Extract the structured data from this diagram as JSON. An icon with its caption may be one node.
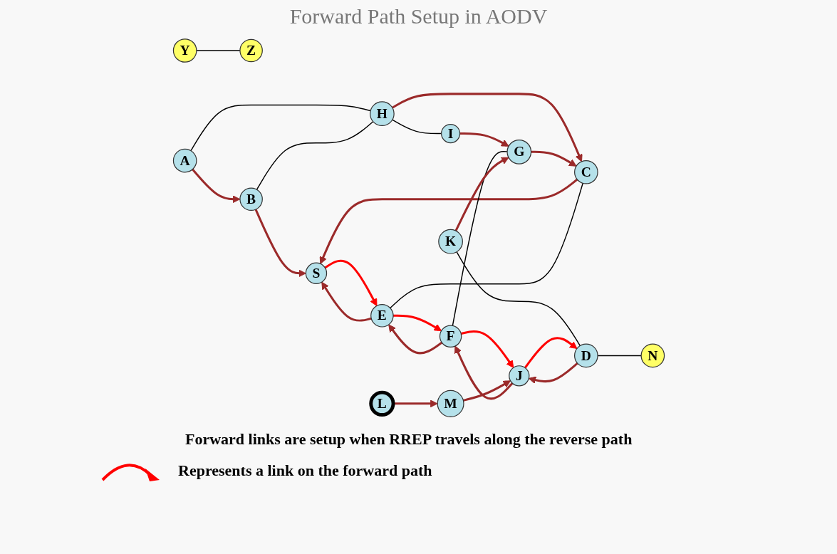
{
  "diagram": {
    "title": "Forward Path Setup in AODV",
    "nodes": [
      {
        "text": [
          "Y"
        ]
      },
      {
        "text": [
          "Z"
        ]
      },
      {
        "text": [
          "S"
        ]
      },
      {
        "text": [
          "E"
        ]
      },
      {
        "text": [
          "F"
        ]
      },
      {
        "text": [
          "B"
        ]
      },
      {
        "text": [
          "C"
        ]
      },
      {
        "text": [
          "M"
        ]
      },
      {
        "text": [
          "L"
        ]
      },
      {
        "text": [
          "J"
        ]
      },
      {
        "text": [
          "A"
        ]
      },
      {
        "text": [
          "G"
        ]
      },
      {
        "text": [
          "D"
        ]
      },
      {
        "text": [
          "H"
        ]
      },
      {
        "text": [
          "K"
        ]
      },
      {
        "text": [
          "I"
        ]
      },
      {
        "text": [
          "N"
        ]
      }
    ],
    "edges": [
      {
        "from": 0,
        "to": 1,
        "arrow": "none",
        "color": "#000000"
      },
      {
        "from": 10,
        "to": 5,
        "arrow": "to"
      },
      {
        "from": 5,
        "to": 2,
        "arrow": "to"
      },
      {
        "from": 10,
        "to": 13,
        "arrow": "none",
        "color": "#000000"
      },
      {
        "from": 5,
        "to": 13,
        "arrow": "none",
        "color": "#000000"
      },
      {
        "from": 13,
        "to": 6,
        "arrow": "to"
      },
      {
        "from": 6,
        "to": 2,
        "arrow": "to"
      },
      {
        "from": 13,
        "to": 15,
        "arrow": "none",
        "color": "#000000"
      },
      {
        "from": 6,
        "to": 3,
        "arrow": "none",
        "color": "#000000"
      },
      {
        "from": 3,
        "to": 2,
        "arrow": "to"
      },
      {
        "from": 2,
        "to": 3,
        "arrow": "to",
        "color": "#ff0000"
      },
      {
        "from": 15,
        "to": 11,
        "arrow": "to"
      },
      {
        "from": 11,
        "to": 6,
        "arrow": "to"
      },
      {
        "from": 4,
        "to": 11,
        "arrow": "none",
        "color": "#000000"
      },
      {
        "from": 4,
        "to": 3,
        "arrow": "to"
      },
      {
        "from": 3,
        "to": 4,
        "arrow": "to",
        "color": "#ff0000"
      },
      {
        "from": 14,
        "to": 11,
        "arrow": "to"
      },
      {
        "from": 14,
        "to": 12,
        "arrow": "none",
        "color": "#000000"
      },
      {
        "from": 9,
        "to": 4,
        "arrow": "to"
      },
      {
        "from": 4,
        "to": 9,
        "arrow": "to",
        "color": "#ff0000"
      },
      {
        "from": 7,
        "to": 9,
        "arrow": "to"
      },
      {
        "from": 8,
        "to": 7,
        "arrow": "to"
      },
      {
        "from": 12,
        "to": 9,
        "arrow": "to"
      },
      {
        "from": 9,
        "to": 12,
        "arrow": "to",
        "color": "#ff0000"
      },
      {
        "from": 12,
        "to": 16,
        "arrow": "none",
        "color": "#000000"
      }
    ],
    "labels": [
      "Forward links are setup when RREP travels along the reverse path"
    ],
    "legend": [
      {
        "text": "Represents a link on the forward path"
      }
    ]
  }
}
